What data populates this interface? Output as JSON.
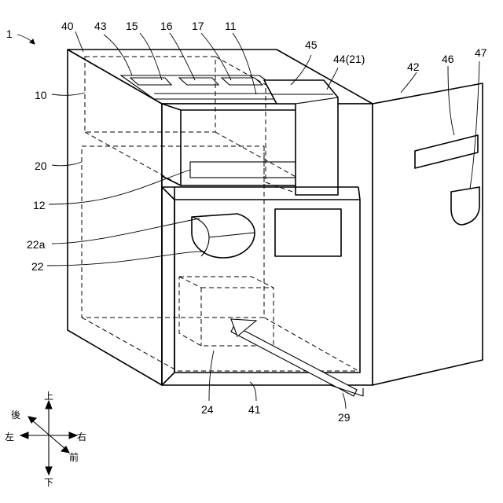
{
  "figure": {
    "labels": {
      "fig": "1",
      "l40": "40",
      "l43": "43",
      "l15": "15",
      "l16": "16",
      "l17": "17",
      "l11": "11",
      "l45": "45",
      "l44": "44(21)",
      "l42": "42",
      "l46": "46",
      "l47": "47",
      "l10": "10",
      "l20": "20",
      "l12": "12",
      "l22a": "22a",
      "l22": "22",
      "l24": "24",
      "l41": "41",
      "l29": "29"
    },
    "directions": {
      "up": "上",
      "down": "下",
      "left": "左",
      "right": "右",
      "back": "後",
      "front": "前"
    }
  }
}
